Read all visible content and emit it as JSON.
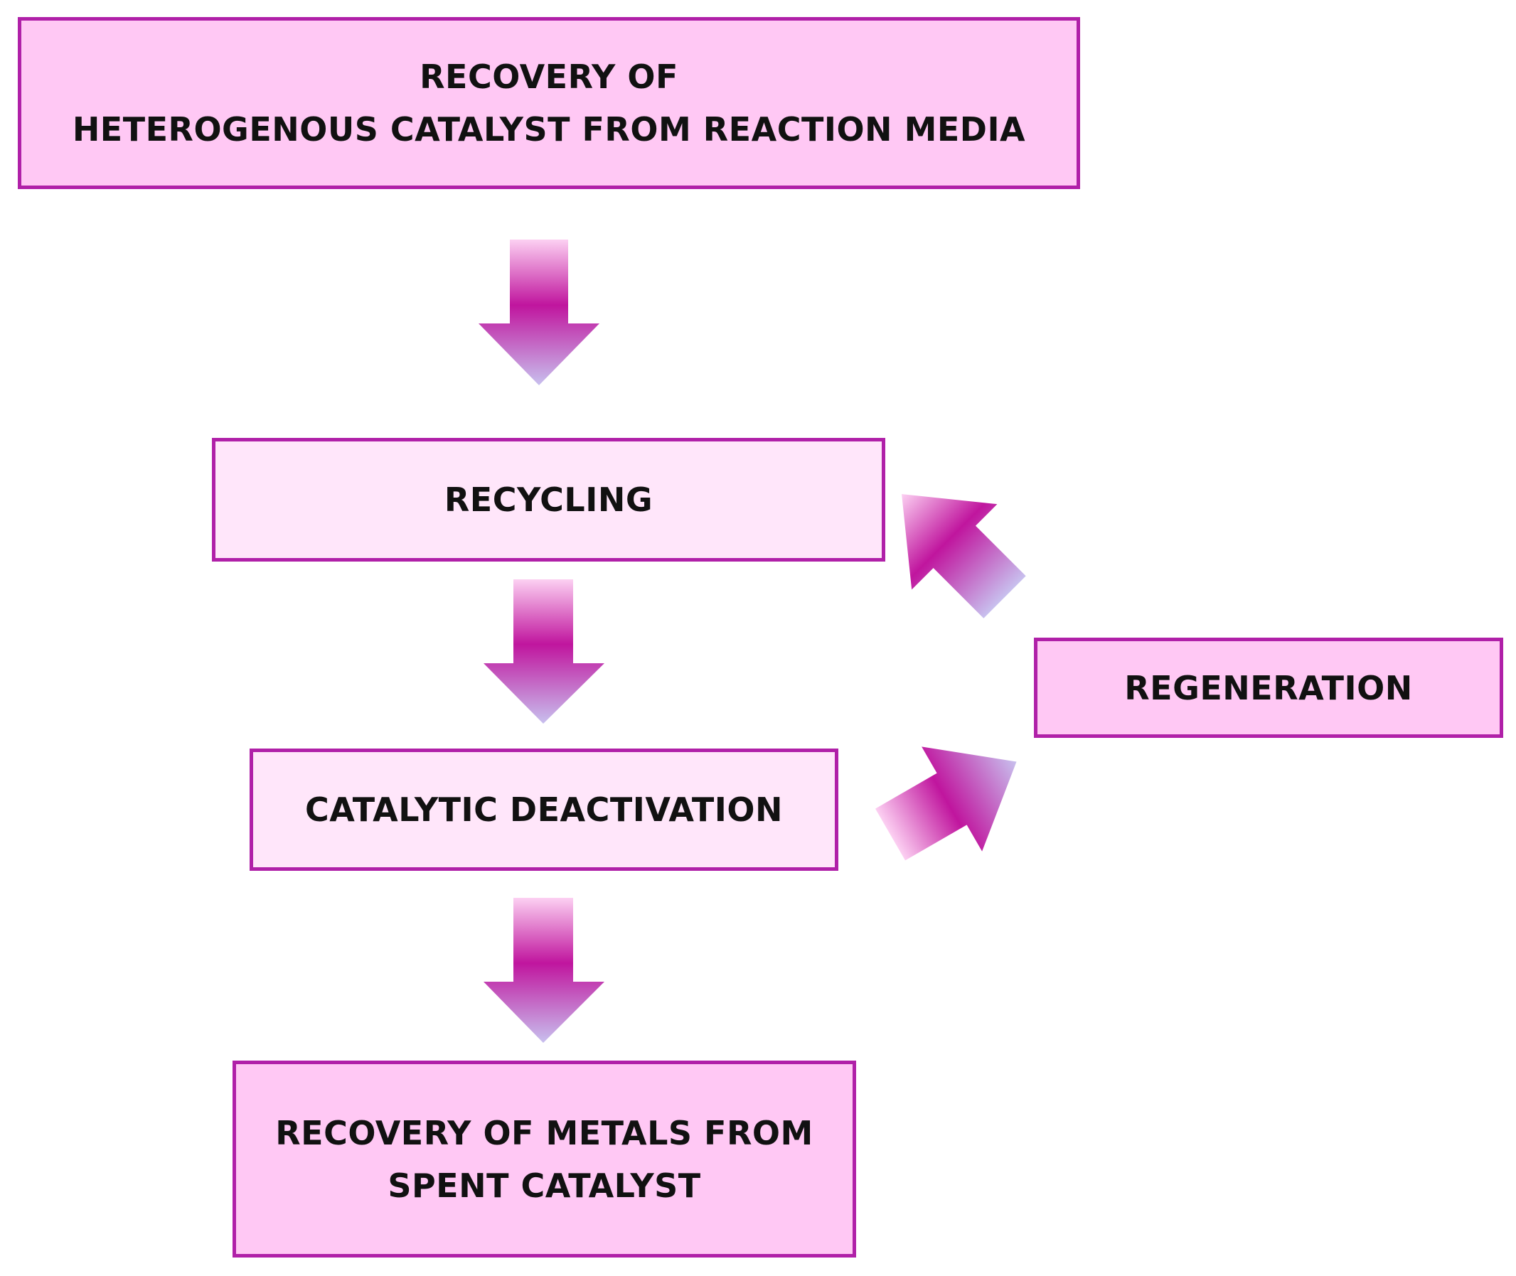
{
  "nodes": {
    "top": {
      "lines": [
        "RECOVERY OF",
        "HETEROGENOUS CATALYST FROM REACTION MEDIA"
      ]
    },
    "recycling": {
      "lines": [
        "RECYCLING"
      ]
    },
    "deactivation": {
      "lines": [
        "CATALYTIC DEACTIVATION"
      ]
    },
    "regeneration": {
      "lines": [
        "REGENERATION"
      ]
    },
    "metals": {
      "lines": [
        "RECOVERY OF METALS FROM",
        "SPENT CATALYST"
      ]
    }
  },
  "colors": {
    "border": "#b020a8",
    "box_dark": "#ffc8f4",
    "box_light": "#ffe6fa",
    "arrow_light": "#fcd0f2",
    "arrow_mid": "#c0159e",
    "arrow_end": "#c8c0ee"
  },
  "edges": [
    {
      "from": "top",
      "to": "recycling",
      "icon": "arrow-down-icon"
    },
    {
      "from": "recycling",
      "to": "deactivation",
      "icon": "arrow-down-icon"
    },
    {
      "from": "deactivation",
      "to": "metals",
      "icon": "arrow-down-icon"
    },
    {
      "from": "deactivation",
      "to": "regeneration",
      "icon": "arrow-up-right-icon"
    },
    {
      "from": "regeneration",
      "to": "recycling",
      "icon": "arrow-up-left-icon"
    }
  ]
}
